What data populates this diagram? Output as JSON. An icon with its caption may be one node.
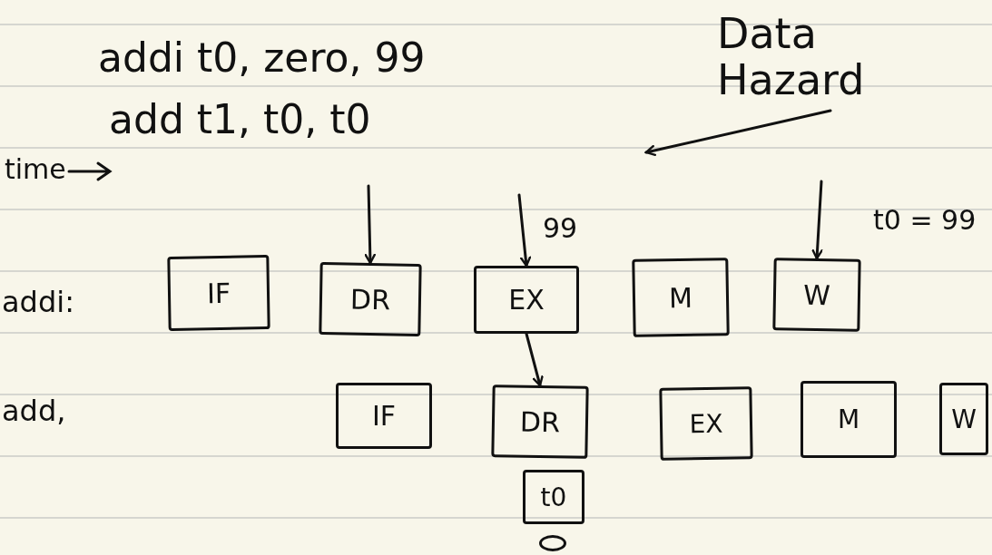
{
  "diagram": {
    "nodes": [
      {
        "text": [
          "Data Hazard"
        ]
      },
      {
        "text": [
          "IF"
        ]
      },
      {
        "text": [
          "DR"
        ]
      },
      {
        "text": [
          "EX"
        ],
        "beside": [
          "99"
        ]
      },
      {
        "text": [
          "M"
        ]
      },
      {
        "text": [
          "W"
        ],
        "beside": [
          "t0 = 99"
        ]
      },
      {
        "text": [
          "IF"
        ]
      },
      {
        "text": [
          "DR"
        ]
      },
      {
        "text": [
          "EX"
        ]
      },
      {
        "text": [
          "M"
        ]
      },
      {
        "text": [
          "W"
        ]
      },
      {
        "text": [
          "t0"
        ]
      },
      {
        "text": [],
        "shape": "circle"
      }
    ],
    "edges": [
      {
        "from": null,
        "to": 2,
        "arrow": "to"
      },
      {
        "from": null,
        "to": 3,
        "arrow": "to"
      },
      {
        "from": null,
        "to": 5,
        "arrow": "to"
      },
      {
        "from": 3,
        "to": 7,
        "arrow": "to"
      },
      {
        "from": 0,
        "to": null,
        "arrow": "to"
      }
    ],
    "labels": [
      "addi t0, zero, 99",
      "add t1, t0, t0",
      "time",
      "addi:",
      "add,"
    ]
  }
}
